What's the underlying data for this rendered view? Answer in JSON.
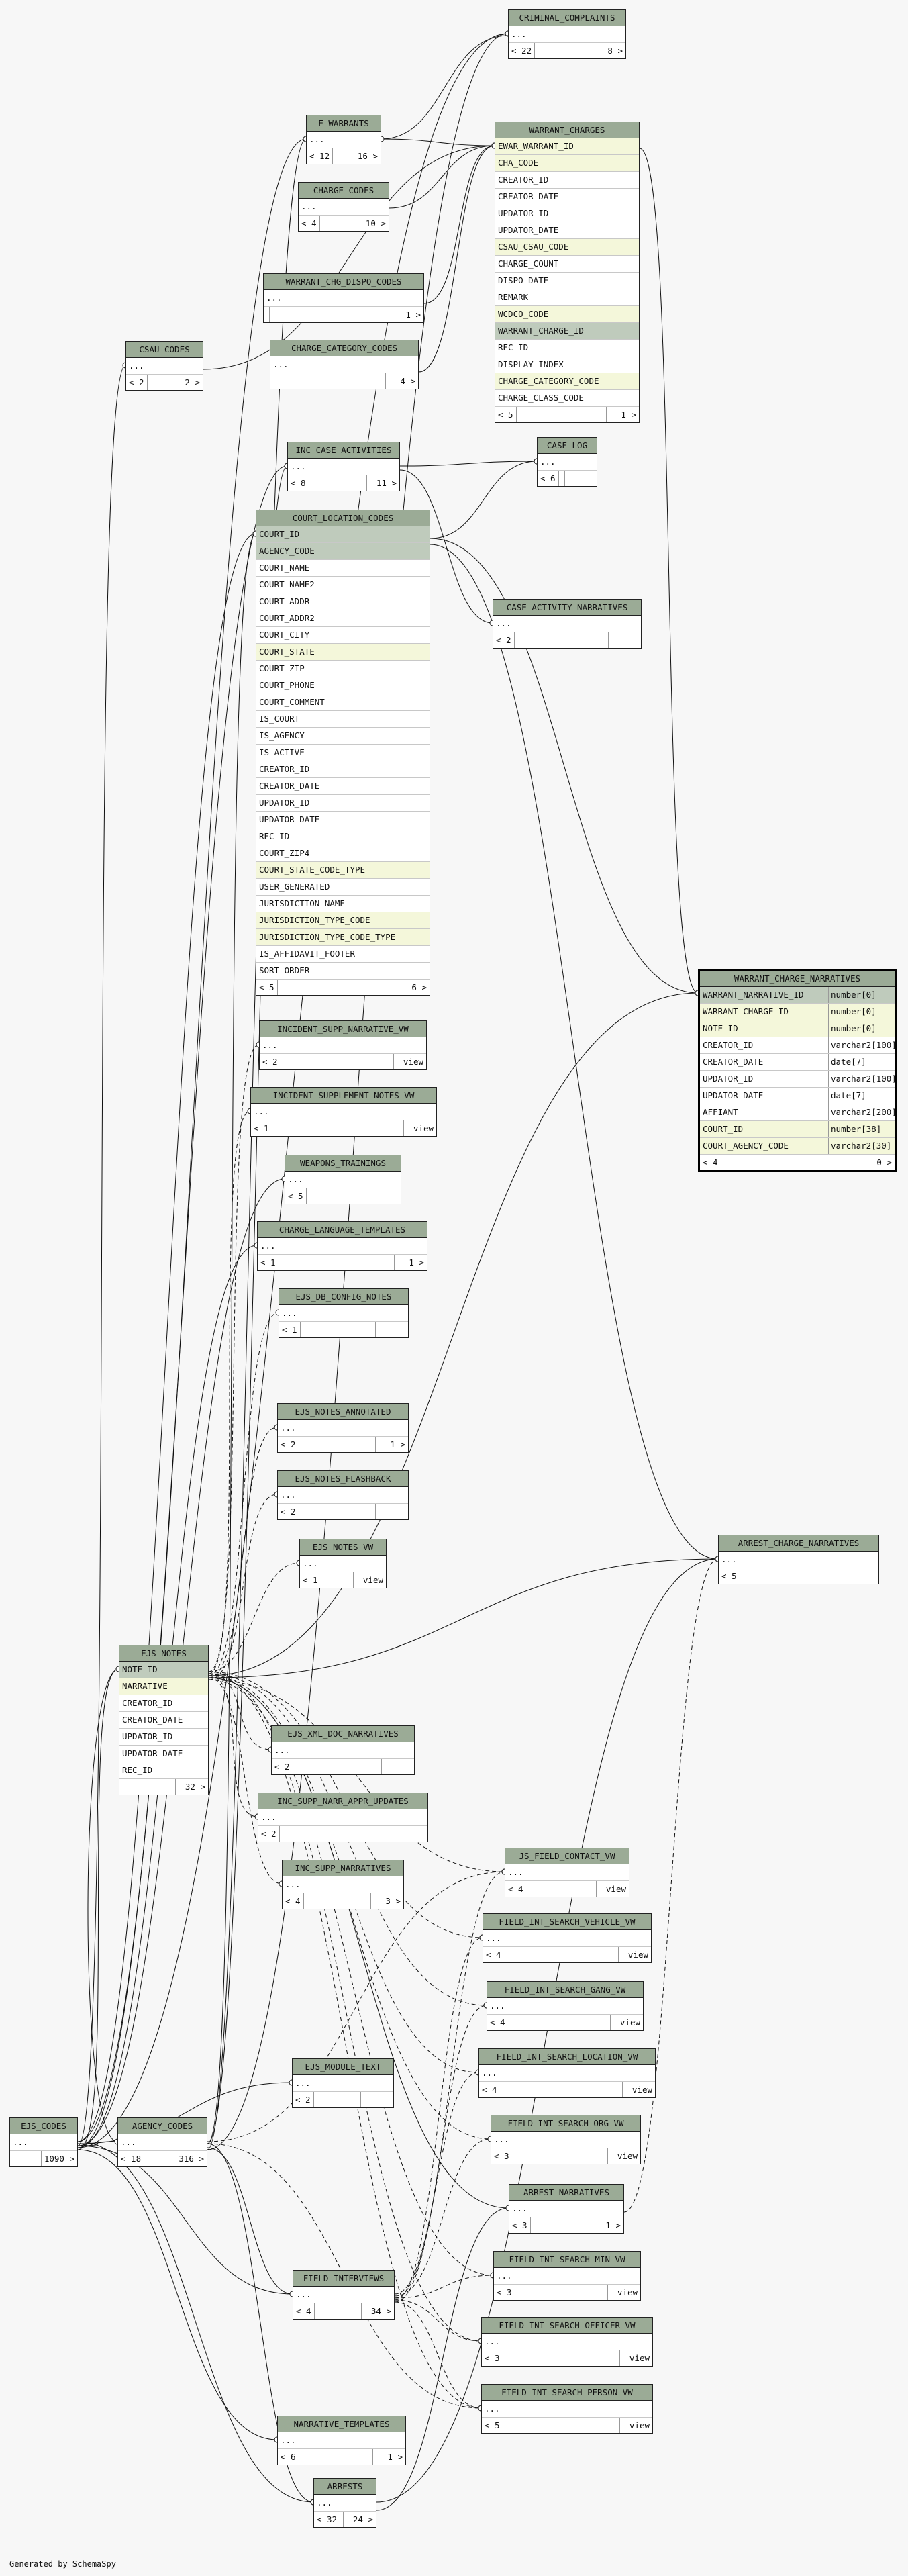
{
  "footer": "Generated by SchemaSpy",
  "tables": [
    {
      "id": "criminal_complaints",
      "name": "CRIMINAL_COMPLAINTS",
      "rows": [
        {
          "n": "..."
        }
      ],
      "foot": [
        "< 22",
        "",
        "8 >"
      ]
    },
    {
      "id": "e_warrants",
      "name": "E_WARRANTS",
      "rows": [
        {
          "n": "..."
        }
      ],
      "foot": [
        "< 12",
        "",
        "16 >"
      ]
    },
    {
      "id": "warrant_charges",
      "name": "WARRANT_CHARGES",
      "rows": [
        {
          "n": "EWAR_WARRANT_ID",
          "k": "fk"
        },
        {
          "n": "CHA_CODE",
          "k": "fk"
        },
        {
          "n": "CREATOR_ID"
        },
        {
          "n": "CREATOR_DATE"
        },
        {
          "n": "UPDATOR_ID"
        },
        {
          "n": "UPDATOR_DATE"
        },
        {
          "n": "CSAU_CSAU_CODE",
          "k": "fk"
        },
        {
          "n": "CHARGE_COUNT"
        },
        {
          "n": "DISPO_DATE"
        },
        {
          "n": "REMARK"
        },
        {
          "n": "WCDCO_CODE",
          "k": "fk"
        },
        {
          "n": "WARRANT_CHARGE_ID",
          "k": "pk"
        },
        {
          "n": "REC_ID"
        },
        {
          "n": "DISPLAY_INDEX"
        },
        {
          "n": "CHARGE_CATEGORY_CODE",
          "k": "fk"
        },
        {
          "n": "CHARGE_CLASS_CODE"
        }
      ],
      "foot": [
        "< 5",
        "",
        "1 >"
      ]
    },
    {
      "id": "charge_codes",
      "name": "CHARGE_CODES",
      "rows": [
        {
          "n": "..."
        }
      ],
      "foot": [
        "< 4",
        "",
        "10 >"
      ]
    },
    {
      "id": "warrant_chg_dispo_codes",
      "name": "WARRANT_CHG_DISPO_CODES",
      "rows": [
        {
          "n": "..."
        }
      ],
      "foot": [
        "",
        "",
        "1 >"
      ]
    },
    {
      "id": "csau_codes",
      "name": "CSAU_CODES",
      "rows": [
        {
          "n": "..."
        }
      ],
      "foot": [
        "< 2",
        "",
        "2 >"
      ]
    },
    {
      "id": "charge_category_codes",
      "name": "CHARGE_CATEGORY_CODES",
      "rows": [
        {
          "n": "..."
        }
      ],
      "foot": [
        "",
        "",
        "4 >"
      ]
    },
    {
      "id": "inc_case_activities",
      "name": "INC_CASE_ACTIVITIES",
      "rows": [
        {
          "n": "..."
        }
      ],
      "foot": [
        "< 8",
        "",
        "11 >"
      ]
    },
    {
      "id": "case_log",
      "name": "CASE_LOG",
      "rows": [
        {
          "n": "..."
        }
      ],
      "foot": [
        "< 6",
        "",
        ""
      ]
    },
    {
      "id": "court_location_codes",
      "name": "COURT_LOCATION_CODES",
      "rows": [
        {
          "n": "COURT_ID",
          "k": "pk"
        },
        {
          "n": "AGENCY_CODE",
          "k": "pk"
        },
        {
          "n": "COURT_NAME"
        },
        {
          "n": "COURT_NAME2"
        },
        {
          "n": "COURT_ADDR"
        },
        {
          "n": "COURT_ADDR2"
        },
        {
          "n": "COURT_CITY"
        },
        {
          "n": "COURT_STATE",
          "k": "fk"
        },
        {
          "n": "COURT_ZIP"
        },
        {
          "n": "COURT_PHONE"
        },
        {
          "n": "COURT_COMMENT"
        },
        {
          "n": "IS_COURT"
        },
        {
          "n": "IS_AGENCY"
        },
        {
          "n": "IS_ACTIVE"
        },
        {
          "n": "CREATOR_ID"
        },
        {
          "n": "CREATOR_DATE"
        },
        {
          "n": "UPDATOR_ID"
        },
        {
          "n": "UPDATOR_DATE"
        },
        {
          "n": "REC_ID"
        },
        {
          "n": "COURT_ZIP4"
        },
        {
          "n": "COURT_STATE_CODE_TYPE",
          "k": "fk"
        },
        {
          "n": "USER_GENERATED"
        },
        {
          "n": "JURISDICTION_NAME"
        },
        {
          "n": "JURISDICTION_TYPE_CODE",
          "k": "fk"
        },
        {
          "n": "JURISDICTION_TYPE_CODE_TYPE",
          "k": "fk"
        },
        {
          "n": "IS_AFFIDAVIT_FOOTER"
        },
        {
          "n": "SORT_ORDER"
        }
      ],
      "foot": [
        "< 5",
        "",
        "6 >"
      ]
    },
    {
      "id": "case_activity_narratives",
      "name": "CASE_ACTIVITY_NARRATIVES",
      "rows": [
        {
          "n": "..."
        }
      ],
      "foot": [
        "< 2",
        "",
        ""
      ]
    },
    {
      "id": "warrant_charge_narratives",
      "name": "WARRANT_CHARGE_NARRATIVES",
      "focus": true,
      "rows": [
        {
          "n": "WARRANT_NARRATIVE_ID",
          "t": "number[0]",
          "k": "pk"
        },
        {
          "n": "WARRANT_CHARGE_ID",
          "t": "number[0]",
          "k": "fk"
        },
        {
          "n": "NOTE_ID",
          "t": "number[0]",
          "k": "fk"
        },
        {
          "n": "CREATOR_ID",
          "t": "varchar2[100]"
        },
        {
          "n": "CREATOR_DATE",
          "t": "date[7]"
        },
        {
          "n": "UPDATOR_ID",
          "t": "varchar2[100]"
        },
        {
          "n": "UPDATOR_DATE",
          "t": "date[7]"
        },
        {
          "n": "AFFIANT",
          "t": "varchar2[200]"
        },
        {
          "n": "COURT_ID",
          "t": "number[38]",
          "k": "fk"
        },
        {
          "n": "COURT_AGENCY_CODE",
          "t": "varchar2[30]",
          "k": "fk"
        }
      ],
      "foot": [
        "< 4",
        "0 >"
      ]
    },
    {
      "id": "incident_supp_narrative_vw",
      "name": "INCIDENT_SUPP_NARRATIVE_VW",
      "rows": [
        {
          "n": "..."
        }
      ],
      "foot": [
        "< 2",
        "view"
      ]
    },
    {
      "id": "incident_supplement_notes_vw",
      "name": "INCIDENT_SUPPLEMENT_NOTES_VW",
      "rows": [
        {
          "n": "..."
        }
      ],
      "foot": [
        "< 1",
        "view"
      ]
    },
    {
      "id": "weapons_trainings",
      "name": "WEAPONS_TRAININGS",
      "rows": [
        {
          "n": "..."
        }
      ],
      "foot": [
        "< 5",
        "",
        ""
      ]
    },
    {
      "id": "charge_language_templates",
      "name": "CHARGE_LANGUAGE_TEMPLATES",
      "rows": [
        {
          "n": "..."
        }
      ],
      "foot": [
        "< 1",
        "",
        "1 >"
      ]
    },
    {
      "id": "ejs_db_config_notes",
      "name": "EJS_DB_CONFIG_NOTES",
      "rows": [
        {
          "n": "..."
        }
      ],
      "foot": [
        "< 1",
        "",
        ""
      ]
    },
    {
      "id": "ejs_notes_annotated",
      "name": "EJS_NOTES_ANNOTATED",
      "rows": [
        {
          "n": "..."
        }
      ],
      "foot": [
        "< 2",
        "",
        "1 >"
      ]
    },
    {
      "id": "ejs_notes_flashback",
      "name": "EJS_NOTES_FLASHBACK",
      "rows": [
        {
          "n": "..."
        }
      ],
      "foot": [
        "< 2",
        "",
        ""
      ]
    },
    {
      "id": "ejs_notes_vw",
      "name": "EJS_NOTES_VW",
      "rows": [
        {
          "n": "..."
        }
      ],
      "foot": [
        "< 1",
        "view"
      ]
    },
    {
      "id": "arrest_charge_narratives",
      "name": "ARREST_CHARGE_NARRATIVES",
      "rows": [
        {
          "n": "..."
        }
      ],
      "foot": [
        "< 5",
        "",
        ""
      ]
    },
    {
      "id": "ejs_notes",
      "name": "EJS_NOTES",
      "rows": [
        {
          "n": "NOTE_ID",
          "k": "pk"
        },
        {
          "n": "NARRATIVE",
          "k": "fk"
        },
        {
          "n": "CREATOR_ID"
        },
        {
          "n": "CREATOR_DATE"
        },
        {
          "n": "UPDATOR_ID"
        },
        {
          "n": "UPDATOR_DATE"
        },
        {
          "n": "REC_ID"
        }
      ],
      "foot": [
        "",
        "",
        "32 >"
      ]
    },
    {
      "id": "ejs_xml_doc_narratives",
      "name": "EJS_XML_DOC_NARRATIVES",
      "rows": [
        {
          "n": "..."
        }
      ],
      "foot": [
        "< 2",
        "",
        ""
      ]
    },
    {
      "id": "inc_supp_narr_appr_updates",
      "name": "INC_SUPP_NARR_APPR_UPDATES",
      "rows": [
        {
          "n": "..."
        }
      ],
      "foot": [
        "< 2",
        "",
        ""
      ]
    },
    {
      "id": "inc_supp_narratives",
      "name": "INC_SUPP_NARRATIVES",
      "rows": [
        {
          "n": "..."
        }
      ],
      "foot": [
        "< 4",
        "",
        "3 >"
      ]
    },
    {
      "id": "js_field_contact_vw",
      "name": "JS_FIELD_CONTACT_VW",
      "rows": [
        {
          "n": "..."
        }
      ],
      "foot": [
        "< 4",
        "view"
      ]
    },
    {
      "id": "field_int_search_vehicle_vw",
      "name": "FIELD_INT_SEARCH_VEHICLE_VW",
      "rows": [
        {
          "n": "..."
        }
      ],
      "foot": [
        "< 4",
        "view"
      ]
    },
    {
      "id": "field_int_search_gang_vw",
      "name": "FIELD_INT_SEARCH_GANG_VW",
      "rows": [
        {
          "n": "..."
        }
      ],
      "foot": [
        "< 4",
        "view"
      ]
    },
    {
      "id": "field_int_search_location_vw",
      "name": "FIELD_INT_SEARCH_LOCATION_VW",
      "rows": [
        {
          "n": "..."
        }
      ],
      "foot": [
        "< 4",
        "view"
      ]
    },
    {
      "id": "ejs_module_text",
      "name": "EJS_MODULE_TEXT",
      "rows": [
        {
          "n": "..."
        }
      ],
      "foot": [
        "< 2",
        "",
        ""
      ]
    },
    {
      "id": "field_int_search_org_vw",
      "name": "FIELD_INT_SEARCH_ORG_VW",
      "rows": [
        {
          "n": "..."
        }
      ],
      "foot": [
        "< 3",
        "view"
      ]
    },
    {
      "id": "ejs_codes",
      "name": "EJS_CODES",
      "rows": [
        {
          "n": "..."
        }
      ],
      "foot": [
        "",
        "1090 >"
      ]
    },
    {
      "id": "agency_codes",
      "name": "AGENCY_CODES",
      "rows": [
        {
          "n": "..."
        }
      ],
      "foot": [
        "< 18",
        "",
        "316 >"
      ]
    },
    {
      "id": "arrest_narratives",
      "name": "ARREST_NARRATIVES",
      "rows": [
        {
          "n": "..."
        }
      ],
      "foot": [
        "< 3",
        "",
        "1 >"
      ]
    },
    {
      "id": "field_interviews",
      "name": "FIELD_INTERVIEWS",
      "rows": [
        {
          "n": "..."
        }
      ],
      "foot": [
        "< 4",
        "",
        "34 >"
      ]
    },
    {
      "id": "field_int_search_min_vw",
      "name": "FIELD_INT_SEARCH_MIN_VW",
      "rows": [
        {
          "n": "..."
        }
      ],
      "foot": [
        "< 3",
        "view"
      ]
    },
    {
      "id": "field_int_search_officer_vw",
      "name": "FIELD_INT_SEARCH_OFFICER_VW",
      "rows": [
        {
          "n": "..."
        }
      ],
      "foot": [
        "< 3",
        "view"
      ]
    },
    {
      "id": "field_int_search_person_vw",
      "name": "FIELD_INT_SEARCH_PERSON_VW",
      "rows": [
        {
          "n": "..."
        }
      ],
      "foot": [
        "< 5",
        "view"
      ]
    },
    {
      "id": "narrative_templates",
      "name": "NARRATIVE_TEMPLATES",
      "rows": [
        {
          "n": "..."
        }
      ],
      "foot": [
        "< 6",
        "",
        "1 >"
      ]
    },
    {
      "id": "arrests",
      "name": "ARRESTS",
      "rows": [
        {
          "n": "..."
        }
      ],
      "foot": [
        "< 32",
        "24 >"
      ]
    }
  ],
  "relationships": [
    {
      "from": "e_warrants",
      "to": "warrant_charges"
    },
    {
      "from": "charge_codes",
      "to": "warrant_charges"
    },
    {
      "from": "csau_codes",
      "to": "warrant_charges"
    },
    {
      "from": "warrant_chg_dispo_codes",
      "to": "warrant_charges"
    },
    {
      "from": "charge_category_codes",
      "to": "warrant_charges"
    },
    {
      "from": "warrant_charges",
      "to": "warrant_charge_narratives"
    },
    {
      "from": "court_location_codes",
      "to": "warrant_charge_narratives"
    },
    {
      "from": "ejs_notes",
      "to": "warrant_charge_narratives"
    },
    {
      "from": "ejs_notes",
      "to": "arrest_charge_narratives"
    },
    {
      "from": "court_location_codes",
      "to": "arrest_charge_narratives"
    },
    {
      "from": "inc_case_activities",
      "to": "case_log"
    },
    {
      "from": "court_location_codes",
      "to": "case_log"
    },
    {
      "from": "inc_case_activities",
      "to": "case_activity_narratives"
    },
    {
      "from": "ejs_codes",
      "to": "criminal_complaints"
    },
    {
      "from": "agency_codes",
      "to": "criminal_complaints"
    },
    {
      "from": "ejs_codes",
      "to": "e_warrants"
    },
    {
      "from": "agency_codes",
      "to": "e_warrants"
    },
    {
      "from": "ejs_codes",
      "to": "csau_codes"
    },
    {
      "from": "ejs_codes",
      "to": "inc_case_activities"
    },
    {
      "from": "agency_codes",
      "to": "inc_case_activities"
    },
    {
      "from": "ejs_codes",
      "to": "court_location_codes"
    },
    {
      "from": "agency_codes",
      "to": "court_location_codes"
    },
    {
      "from": "ejs_codes",
      "to": "weapons_trainings"
    },
    {
      "from": "ejs_codes",
      "to": "charge_language_templates"
    },
    {
      "from": "ejs_codes",
      "to": "ejs_notes"
    },
    {
      "from": "agency_codes",
      "to": "ejs_notes"
    },
    {
      "from": "ejs_codes",
      "to": "ejs_module_text"
    },
    {
      "from": "ejs_codes",
      "to": "field_interviews"
    },
    {
      "from": "agency_codes",
      "to": "field_interviews"
    },
    {
      "from": "ejs_codes",
      "to": "narrative_templates"
    },
    {
      "from": "ejs_codes",
      "to": "arrests"
    },
    {
      "from": "agency_codes",
      "to": "arrests"
    },
    {
      "from": "ejs_codes",
      "to": "agency_codes"
    },
    {
      "from": "ejs_notes",
      "to": "arrest_narratives"
    },
    {
      "from": "arrests",
      "to": "arrest_narratives"
    },
    {
      "from": "arrests",
      "to": "arrest_charge_narratives"
    },
    {
      "from": "criminal_complaints",
      "to": "e_warrants"
    }
  ],
  "implied_relationships": [
    {
      "from": "ejs_notes",
      "to": "incident_supp_narrative_vw"
    },
    {
      "from": "ejs_notes",
      "to": "incident_supplement_notes_vw"
    },
    {
      "from": "ejs_notes",
      "to": "ejs_db_config_notes"
    },
    {
      "from": "ejs_notes",
      "to": "ejs_notes_annotated"
    },
    {
      "from": "ejs_notes",
      "to": "ejs_notes_flashback"
    },
    {
      "from": "ejs_notes",
      "to": "ejs_notes_vw"
    },
    {
      "from": "ejs_notes",
      "to": "ejs_xml_doc_narratives"
    },
    {
      "from": "ejs_notes",
      "to": "inc_supp_narr_appr_updates"
    },
    {
      "from": "ejs_notes",
      "to": "inc_supp_narratives"
    },
    {
      "from": "ejs_notes",
      "to": "js_field_contact_vw"
    },
    {
      "from": "ejs_notes",
      "to": "field_int_search_vehicle_vw"
    },
    {
      "from": "ejs_notes",
      "to": "field_int_search_gang_vw"
    },
    {
      "from": "ejs_notes",
      "to": "field_int_search_location_vw"
    },
    {
      "from": "ejs_notes",
      "to": "field_int_search_org_vw"
    },
    {
      "from": "ejs_notes",
      "to": "field_int_search_min_vw"
    },
    {
      "from": "ejs_notes",
      "to": "field_int_search_officer_vw"
    },
    {
      "from": "ejs_notes",
      "to": "field_int_search_person_vw"
    },
    {
      "from": "field_interviews",
      "to": "js_field_contact_vw"
    },
    {
      "from": "field_interviews",
      "to": "field_int_search_vehicle_vw"
    },
    {
      "from": "field_interviews",
      "to": "field_int_search_gang_vw"
    },
    {
      "from": "field_interviews",
      "to": "field_int_search_location_vw"
    },
    {
      "from": "field_interviews",
      "to": "field_int_search_org_vw"
    },
    {
      "from": "field_interviews",
      "to": "field_int_search_min_vw"
    },
    {
      "from": "field_interviews",
      "to": "field_int_search_officer_vw"
    },
    {
      "from": "field_interviews",
      "to": "field_int_search_person_vw"
    },
    {
      "from": "agency_codes",
      "to": "js_field_contact_vw"
    },
    {
      "from": "agency_codes",
      "to": "field_int_search_person_vw"
    },
    {
      "from": "arrest_narratives",
      "to": "arrest_charge_narratives"
    }
  ]
}
